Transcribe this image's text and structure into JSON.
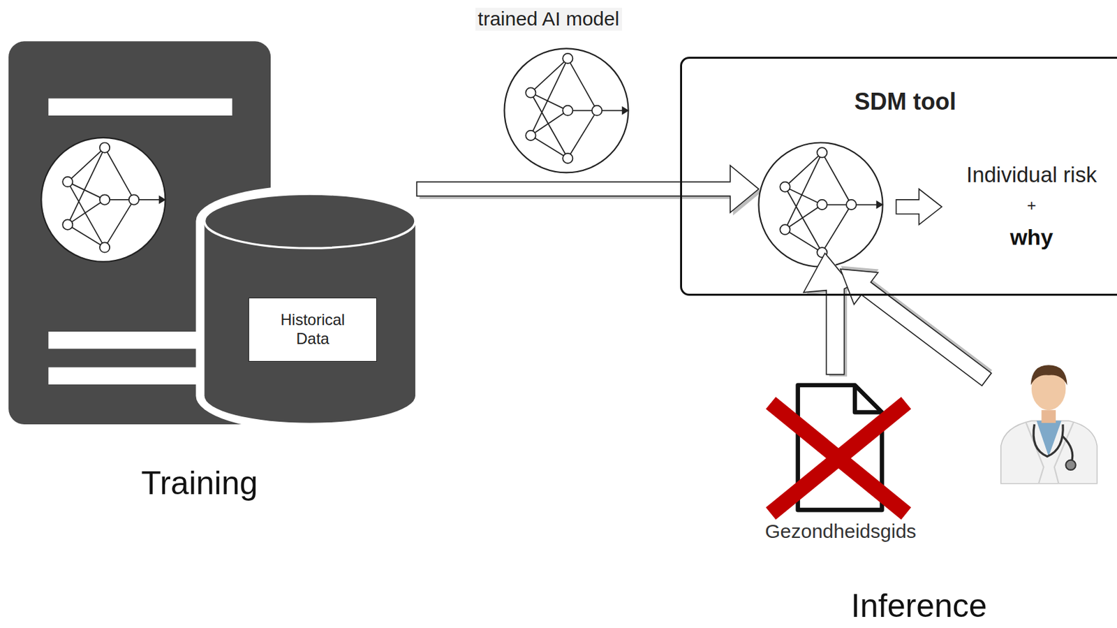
{
  "diagram": {
    "nodes": [
      {
        "text": [
          "Historical Data"
        ]
      },
      {
        "text": [
          "SDM tool"
        ]
      }
    ],
    "labels": [
      "trained AI model",
      "Training",
      "Individual risk",
      "+",
      "why",
      "Gezondheidsgids",
      "Inference"
    ]
  }
}
